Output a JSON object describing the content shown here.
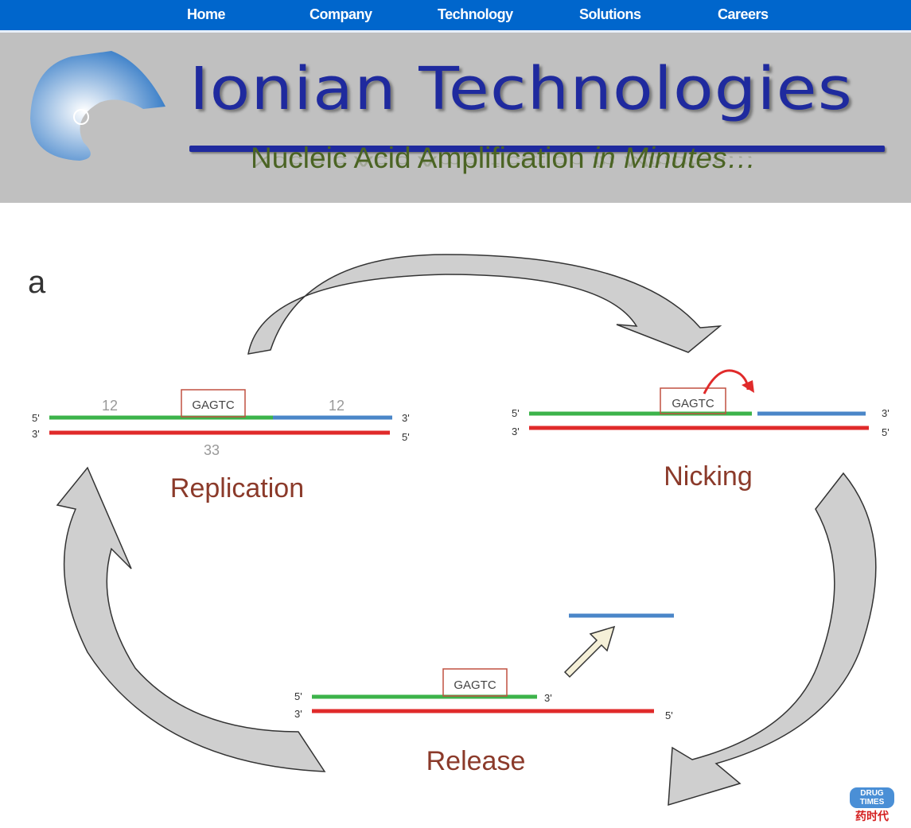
{
  "nav": {
    "items": [
      "Home",
      "Company",
      "Technology",
      "Solutions",
      "Careers"
    ]
  },
  "header": {
    "brand": "Ionian Technologies",
    "tagline_main": "Nucleic Acid Amplification ",
    "tagline_italic": "in Minutes…"
  },
  "diagram": {
    "panel_label": "a",
    "replication": {
      "label": "Replication",
      "site": "GAGTC",
      "left_len": "12",
      "right_len": "12",
      "bottom_len": "33",
      "p5_top": "5'",
      "p3_top": "3'",
      "p3_bot": "3'",
      "p5_bot": "5'"
    },
    "nicking": {
      "label": "Nicking",
      "site": "GAGTC",
      "p5_top": "5'",
      "p3_top": "3'",
      "p3_bot": "3'",
      "p5_bot": "5'"
    },
    "release": {
      "label": "Release",
      "site": "GAGTC",
      "p5_top": "5'",
      "p3_top": "3'",
      "p3_bot": "3'",
      "p5_bot": "5'"
    },
    "colors": {
      "green": "#3cb34a",
      "blue": "#4a86c8",
      "red": "#e02a2a",
      "label": "#8b3a2a"
    }
  },
  "watermark": {
    "en_left": "DRUG",
    "en_right": "TIMES",
    "cn": "药时代"
  }
}
